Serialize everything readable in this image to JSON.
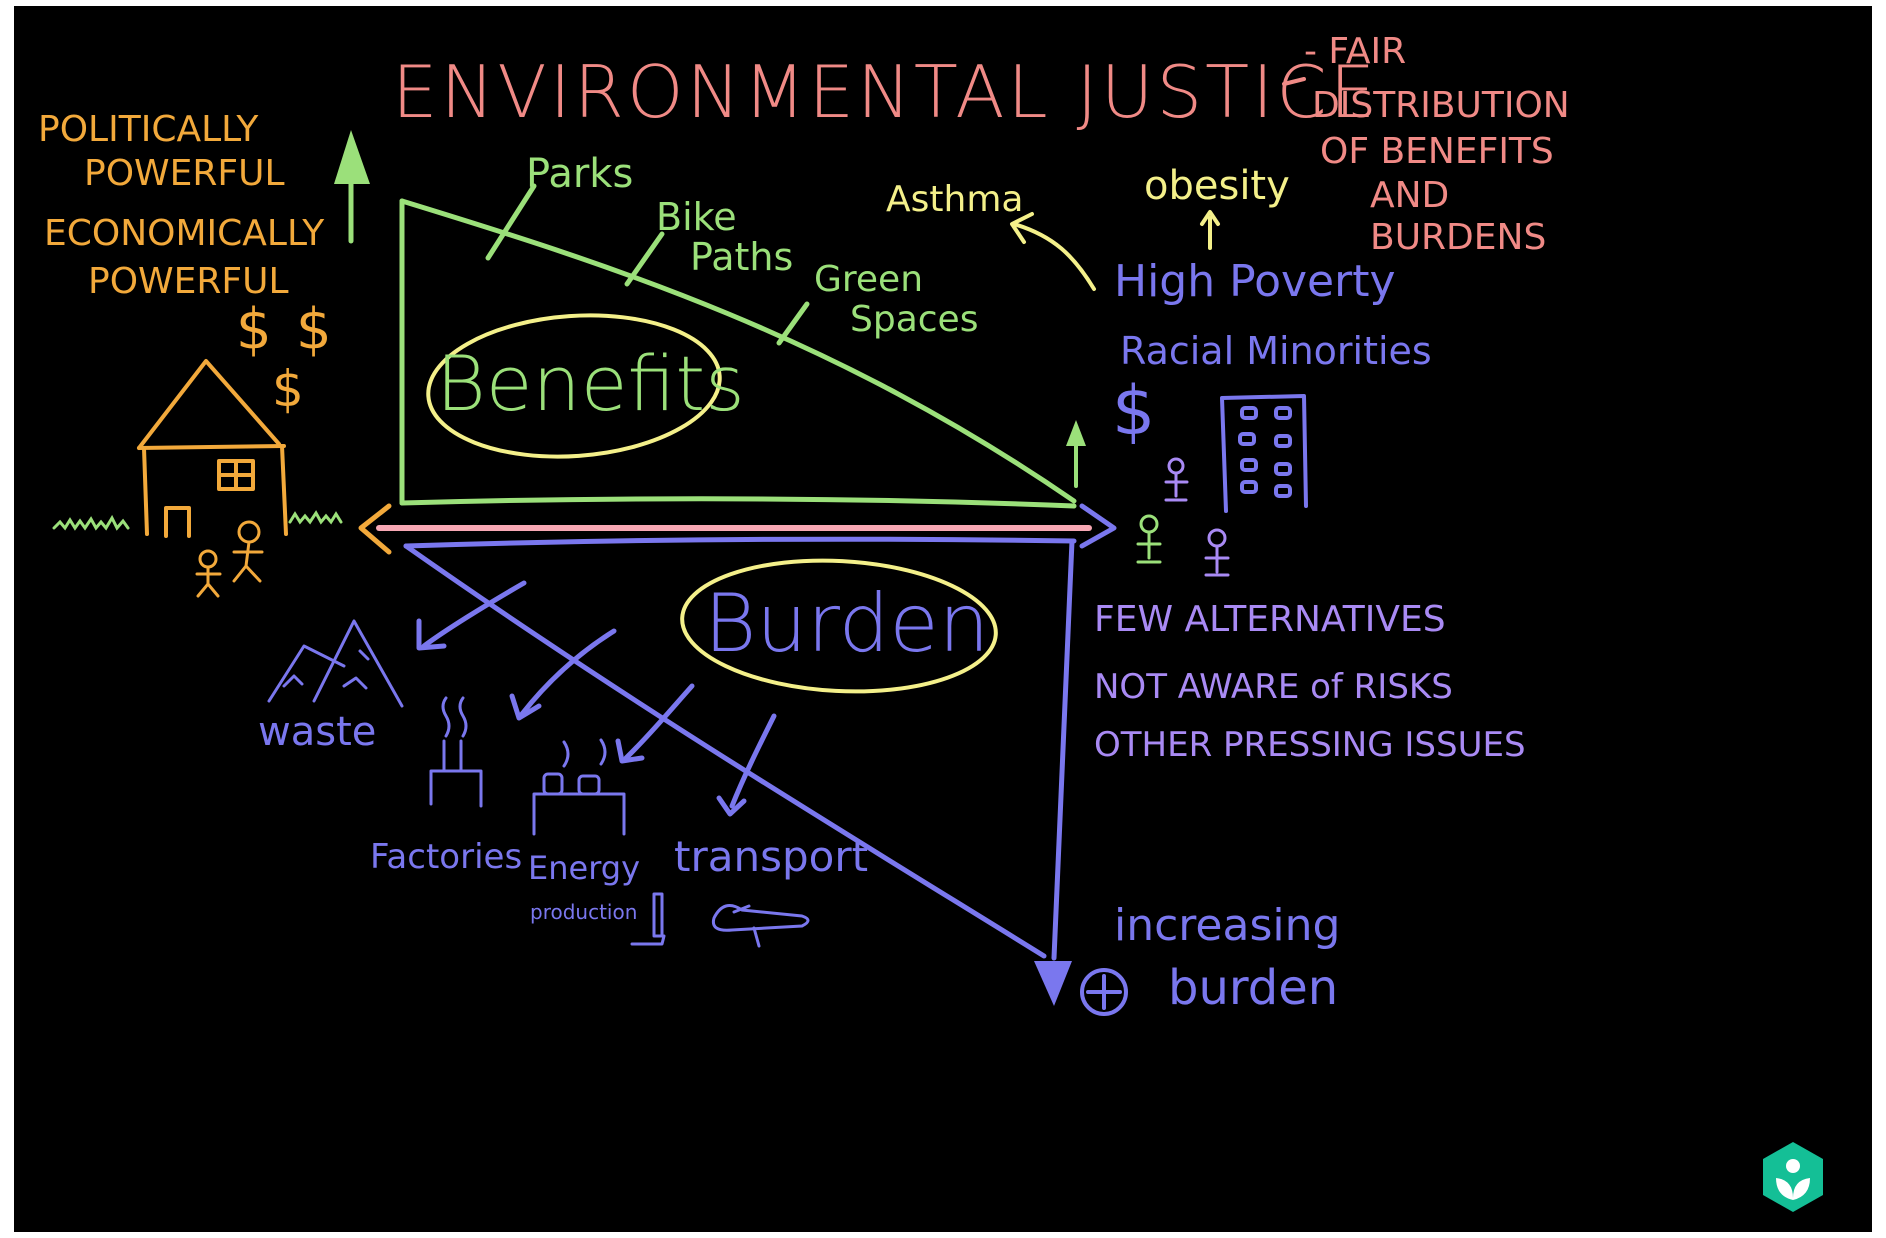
{
  "title": "ENVIRONMENTAL JUSTICE",
  "definition": [
    "- FAIR",
    "DISTRIBUTION",
    "OF BENEFITS",
    "AND",
    "BURDENS"
  ],
  "left_side": {
    "lines": [
      "POLITICALLY",
      "POWERFUL",
      "ECONOMICALLY",
      "POWERFUL"
    ],
    "money": [
      "$",
      "$",
      "$"
    ]
  },
  "benefits": {
    "label": "Benefits",
    "items": [
      "Parks",
      "Bike",
      "Paths",
      "Green",
      "Spaces"
    ]
  },
  "burden": {
    "label": "Burden",
    "items": [
      "waste",
      "Factories",
      "Energy",
      "production",
      "transport"
    ]
  },
  "right_side": {
    "health": [
      "Asthma",
      "obesity"
    ],
    "groups": [
      "High Poverty",
      "Racial Minorities"
    ],
    "money": "$",
    "reasons": [
      "FEW ALTERNATIVES",
      "NOT AWARE of RISKS",
      "OTHER PRESSING ISSUES"
    ],
    "increasing": [
      "increasing",
      "burden"
    ]
  },
  "colors": {
    "background": "#000000",
    "title": "#f08a86",
    "orange": "#f2a93b",
    "green": "#9be07a",
    "yellow": "#f4f08a",
    "blue": "#7a77ee",
    "violet": "#a98af4",
    "pink": "#f7a8b4",
    "logo": "#14bf96"
  }
}
